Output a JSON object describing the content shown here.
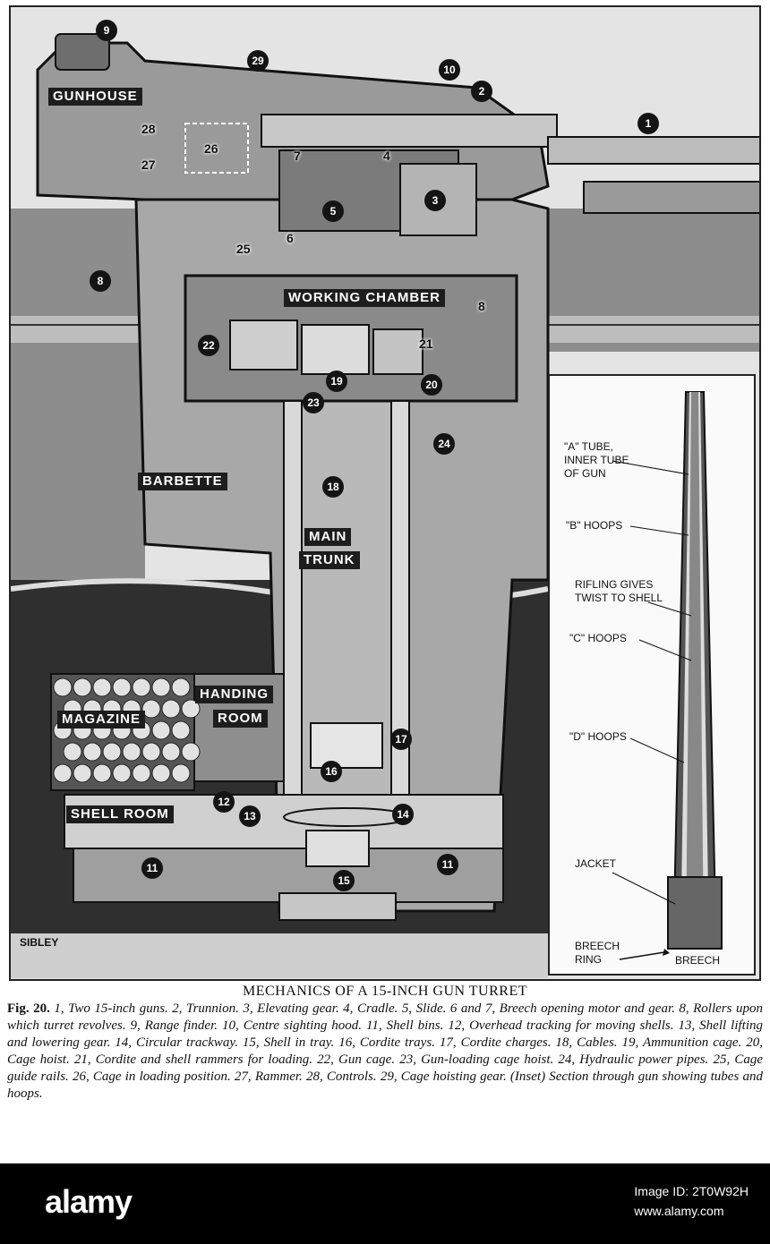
{
  "diagram": {
    "labels": {
      "gunhouse": "GUNHOUSE",
      "working_chamber": "WORKING CHAMBER",
      "barbette": "BARBETTE",
      "main": "MAIN",
      "trunk": "TRUNK",
      "handing": "HANDING",
      "room": "ROOM",
      "magazine": "MAGAZINE",
      "shell_room": "SHELL ROOM"
    },
    "callouts": [
      "1",
      "2",
      "3",
      "4",
      "5",
      "6",
      "7",
      "8",
      "8",
      "9",
      "10",
      "11",
      "11",
      "12",
      "13",
      "14",
      "15",
      "16",
      "17",
      "18",
      "19",
      "20",
      "21",
      "22",
      "23",
      "24",
      "25",
      "26",
      "27",
      "28",
      "29"
    ],
    "signature": "SIBLEY"
  },
  "inset": {
    "a_tube": "\"A\" TUBE,\nINNER TUBE\nOF GUN",
    "b_hoops": "\"B\" HOOPS",
    "rifling": "RIFLING GIVES\nTWIST TO SHELL",
    "c_hoops": "\"C\" HOOPS",
    "d_hoops": "\"D\" HOOPS",
    "jacket": "JACKET",
    "breech_ring": "BREECH\nRING",
    "breech": "BREECH"
  },
  "caption": {
    "title": "MECHANICS OF A 15-INCH GUN TURRET",
    "fig": "Fig. 20.",
    "text": "1, Two 15-inch guns. 2, Trunnion. 3, Elevating gear. 4, Cradle. 5, Slide. 6 and 7, Breech opening motor and gear. 8, Rollers upon which turret revolves. 9, Range finder. 10, Centre sighting hood. 11, Shell bins. 12, Overhead tracking for moving shells. 13, Shell lifting and lowering gear. 14, Circular trackway. 15, Shell in tray. 16, Cordite trays. 17, Cordite charges. 18, Cables. 19, Ammunition cage. 20, Cage hoist. 21, Cordite and shell rammers for loading. 22, Gun cage. 23, Gun-loading cage hoist. 24, Hydraulic power pipes. 25, Cage guide rails. 26, Cage in loading position. 27, Rammer. 28, Controls. 29, Cage hoisting gear. (Inset) Section through gun showing tubes and hoops."
  },
  "stock": {
    "logo": "alamy",
    "image_id": "Image ID: 2T0W92H",
    "url": "www.alamy.com"
  }
}
